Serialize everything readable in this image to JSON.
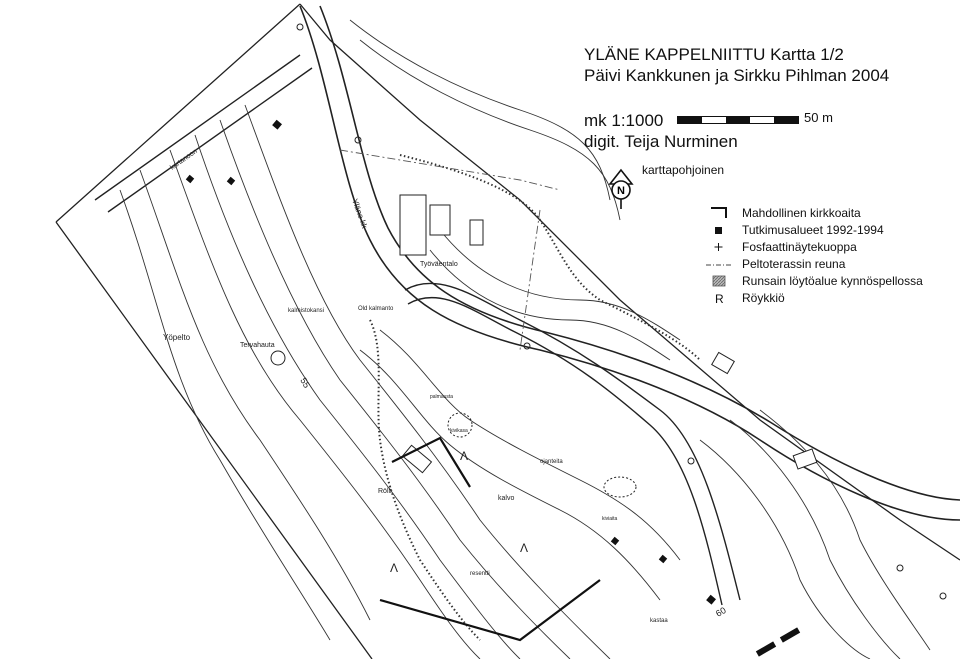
{
  "title": {
    "line1": "YLÄNE KAPPELNIITTU   Kartta 1/2",
    "line2": "Päivi Kankkunen ja Sirkku Pihlman 2004"
  },
  "scale": {
    "ratio": "mk 1:1000",
    "digitizer": "digit. Teija Nurminen",
    "bar_length": "50 m"
  },
  "north": {
    "label": "karttapohjoinen",
    "symbol": "N"
  },
  "legend": [
    {
      "icon": "bracket-corner-icon",
      "label": "Mahdollinen kirkkoaita"
    },
    {
      "icon": "black-square-icon",
      "label": "Tutkimusalueet 1992-1994"
    },
    {
      "icon": "plus-icon",
      "label": "Fosfaattinäytekuoppa"
    },
    {
      "icon": "dash-dot-line-icon",
      "label": "Peltoterassin reuna"
    },
    {
      "icon": "hatched-box-icon",
      "label": "Runsain löytöalue kynnöspellossa"
    },
    {
      "icon": "letter-r-icon",
      "label": "Röykkiö"
    }
  ],
  "map_labels": {
    "road_west": "kartanoon",
    "road_north": "Yläne kk",
    "tyovaentalo": "Työväentalo",
    "kalmistokansi": "kalmistokansi",
    "old_kalmisto": "Old kalmanto",
    "yopelto": "Yöpelto",
    "tervahauta": "Tervahauta",
    "contour_55": "55",
    "contour_60": "60",
    "kalvo": "kalvo",
    "ojanteita": "ojanteita",
    "kiviaita": "kiviaita",
    "roykkio": "Rölli",
    "palmaus": "palmausta",
    "kivi_roykkio": "kivikasa",
    "resentti": "resentti",
    "kastaa": "kastaa",
    "r_letter": "Λ"
  },
  "colors": {
    "line": "#222222",
    "road": "#222222",
    "paper": "#ffffff"
  }
}
